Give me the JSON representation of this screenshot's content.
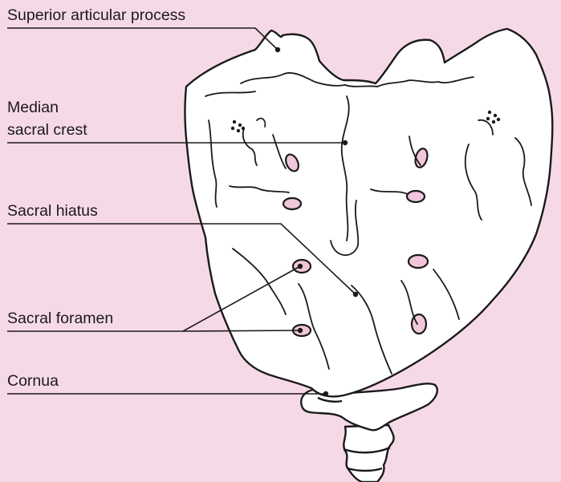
{
  "diagram": {
    "background_color": "#f6d9e7",
    "bone_fill": "#ffffff",
    "foramen_fill": "#f2c6da",
    "line_color": "#1a1a1a",
    "labels": {
      "superior_articular_process": "Superior articular process",
      "median_sacral_crest": [
        "Median",
        "sacral crest"
      ],
      "sacral_hiatus": "Sacral hiatus",
      "sacral_foramen": "Sacral foramen",
      "cornua": "Cornua"
    }
  }
}
